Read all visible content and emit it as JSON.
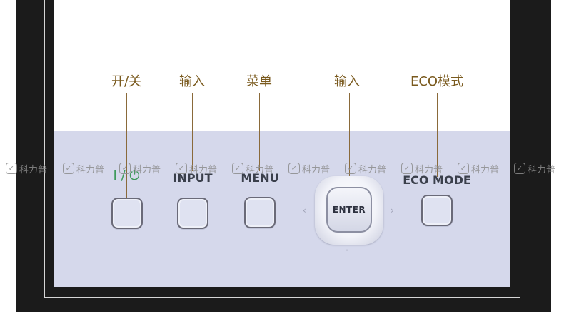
{
  "callouts": [
    {
      "label": "开/关"
    },
    {
      "label": "输入"
    },
    {
      "label": "菜单"
    },
    {
      "label": "输入"
    },
    {
      "label": "ECO模式"
    }
  ],
  "panel_labels": {
    "power": "I / ⏻",
    "input": "INPUT",
    "menu": "MENU",
    "enter": "ENTER",
    "eco_mode": "ECO MODE"
  },
  "watermark": {
    "text": "科力普",
    "icon": "pencil-check-icon"
  },
  "colors": {
    "callout_text": "#7a5a1e",
    "callout_line": "#8a6a3a",
    "panel_bg": "#d5d8eb",
    "frame": "#1b1b1b",
    "power_symbol": "#3f9a5c"
  }
}
